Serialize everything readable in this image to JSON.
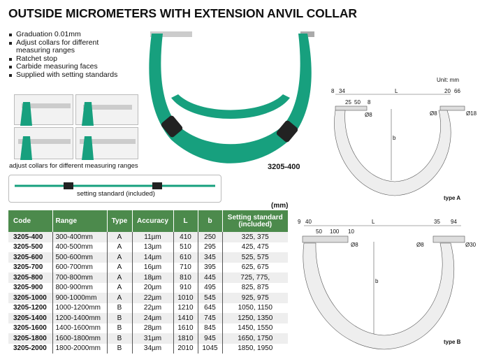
{
  "title": "OUTSIDE MICROMETERS WITH EXTENSION ANVIL COLLAR",
  "features": [
    "Graduation 0.01mm",
    "Adjust collars for different measuring ranges",
    "Ratchet stop",
    "Carbide measuring faces",
    "Supplied with setting standards"
  ],
  "collar_caption": "adjust collars for different measuring ranges",
  "standard_caption": "setting standard (included)",
  "product_code": "3205-400",
  "unit_note": "(mm)",
  "table": {
    "headers": [
      "Code",
      "Range",
      "Type",
      "Accuracy",
      "L",
      "b",
      "Setting standard (included)"
    ],
    "rows": [
      [
        "3205-400",
        "300-400mm",
        "A",
        "11µm",
        "410",
        "250",
        "325, 375"
      ],
      [
        "3205-500",
        "400-500mm",
        "A",
        "13µm",
        "510",
        "295",
        "425, 475"
      ],
      [
        "3205-600",
        "500-600mm",
        "A",
        "14µm",
        "610",
        "345",
        "525, 575"
      ],
      [
        "3205-700",
        "600-700mm",
        "A",
        "16µm",
        "710",
        "395",
        "625, 675"
      ],
      [
        "3205-800",
        "700-800mm",
        "A",
        "18µm",
        "810",
        "445",
        "725, 775,"
      ],
      [
        "3205-900",
        "800-900mm",
        "A",
        "20µm",
        "910",
        "495",
        "825, 875"
      ],
      [
        "3205-1000",
        "900-1000mm",
        "A",
        "22µm",
        "1010",
        "545",
        "925, 975"
      ],
      [
        "3205-1200",
        "1000-1200mm",
        "B",
        "22µm",
        "1210",
        "645",
        "1050, 1150"
      ],
      [
        "3205-1400",
        "1200-1400mm",
        "B",
        "24µm",
        "1410",
        "745",
        "1250, 1350"
      ],
      [
        "3205-1600",
        "1400-1600mm",
        "B",
        "28µm",
        "1610",
        "845",
        "1450, 1550"
      ],
      [
        "3205-1800",
        "1600-1800mm",
        "B",
        "31µm",
        "1810",
        "945",
        "1650, 1750"
      ],
      [
        "3205-2000",
        "1800-2000mm",
        "B",
        "34µm",
        "2010",
        "1045",
        "1850, 1950"
      ]
    ]
  },
  "diagram_a": {
    "unit": "Unit: mm",
    "label": "type A",
    "dims": [
      "8",
      "34",
      "L",
      "20",
      "66",
      "25",
      "50",
      "8",
      "Ø8",
      "Ø8",
      "Ø18",
      "b"
    ]
  },
  "diagram_b": {
    "label": "type B",
    "dims": [
      "9",
      "40",
      "L",
      "35",
      "94",
      "50",
      "100",
      "10",
      "Ø8",
      "Ø8",
      "Ø30",
      "b"
    ]
  },
  "colors": {
    "header": "#4c8a4c",
    "frame": "#17a07e"
  }
}
